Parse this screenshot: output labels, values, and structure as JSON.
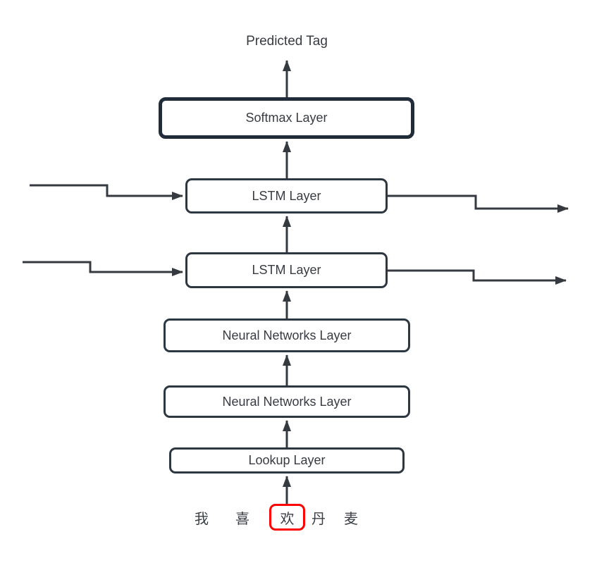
{
  "diagram": {
    "title": "Predicted Tag",
    "layers": [
      {
        "id": "softmax",
        "label": "Softmax Layer",
        "emphasis": true
      },
      {
        "id": "lstm-1",
        "label": "LSTM Layer",
        "emphasis": false
      },
      {
        "id": "lstm-2",
        "label": "LSTM Layer",
        "emphasis": false
      },
      {
        "id": "nn-1",
        "label": "Neural Networks Layer",
        "emphasis": false
      },
      {
        "id": "nn-2",
        "label": "Neural Networks Layer",
        "emphasis": false
      },
      {
        "id": "lookup",
        "label": "Lookup Layer",
        "emphasis": false
      }
    ],
    "input_tokens": [
      {
        "char": "我",
        "highlighted": false
      },
      {
        "char": "喜",
        "highlighted": false
      },
      {
        "char": "欢",
        "highlighted": true
      },
      {
        "char": "丹",
        "highlighted": false
      },
      {
        "char": "麦",
        "highlighted": false
      }
    ],
    "arrows": {
      "vertical_flow_count": 7,
      "lstm_pass_through": "stepped horizontal arrows entering left and exiting right of each LSTM layer"
    }
  },
  "colors": {
    "line": "#343a40",
    "box_border": "#2d3741",
    "softmax_border": "#212c3a",
    "accent_red": "#ff0000",
    "text": "#383c42",
    "bg": "#ffffff"
  }
}
